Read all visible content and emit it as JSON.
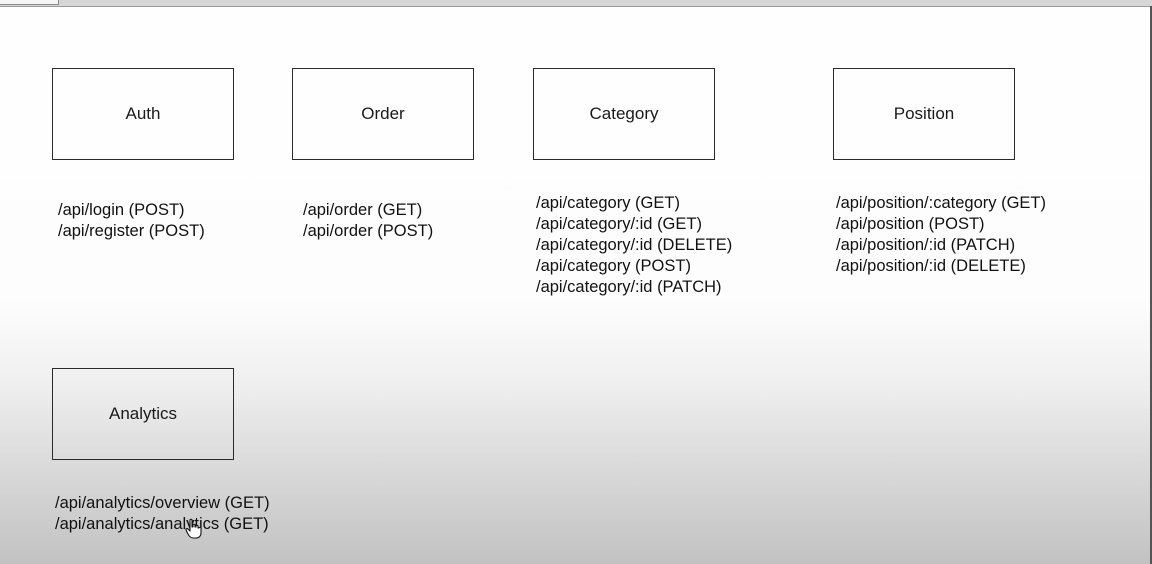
{
  "diagram": {
    "groups": [
      {
        "id": "auth",
        "title": "Auth",
        "endpoints": [
          "/api/login (POST)",
          "/api/register (POST)"
        ]
      },
      {
        "id": "order",
        "title": "Order",
        "endpoints": [
          "/api/order (GET)",
          "/api/order (POST)"
        ]
      },
      {
        "id": "category",
        "title": "Category",
        "endpoints": [
          "/api/category (GET)",
          "/api/category/:id (GET)",
          "/api/category/:id (DELETE)",
          "/api/category (POST)",
          "/api/category/:id (PATCH)"
        ]
      },
      {
        "id": "position",
        "title": "Position",
        "endpoints": [
          "/api/position/:category (GET)",
          "/api/position (POST)",
          "/api/position/:id (PATCH)",
          "/api/position/:id (DELETE)"
        ]
      },
      {
        "id": "analytics",
        "title": "Analytics",
        "endpoints": [
          "/api/analytics/overview (GET)",
          "/api/analytics/analytics (GET)"
        ]
      }
    ]
  },
  "cursor": {
    "icon": "hand-pointer-icon"
  }
}
